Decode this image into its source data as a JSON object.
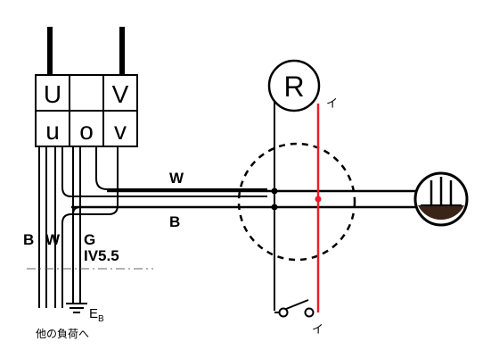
{
  "transformer": {
    "primary": {
      "left": "U",
      "right": "V"
    },
    "secondary": {
      "left": "u",
      "mid": "o",
      "right": "v"
    }
  },
  "wire_labels": {
    "upper": "W",
    "lower": "B"
  },
  "cable_labels": {
    "b": "B",
    "w": "W",
    "g": "G",
    "cable_type": "IV5.5"
  },
  "earth": {
    "symbol": "E",
    "subscript": "B"
  },
  "other_load": "他の負荷へ",
  "lamp": {
    "letter": "R",
    "top_mark": "イ"
  },
  "switch": {
    "mark": "イ"
  },
  "colors": {
    "wire": "#000000",
    "highlight": "#e8202a",
    "lamp_fill": "#3a2418"
  }
}
